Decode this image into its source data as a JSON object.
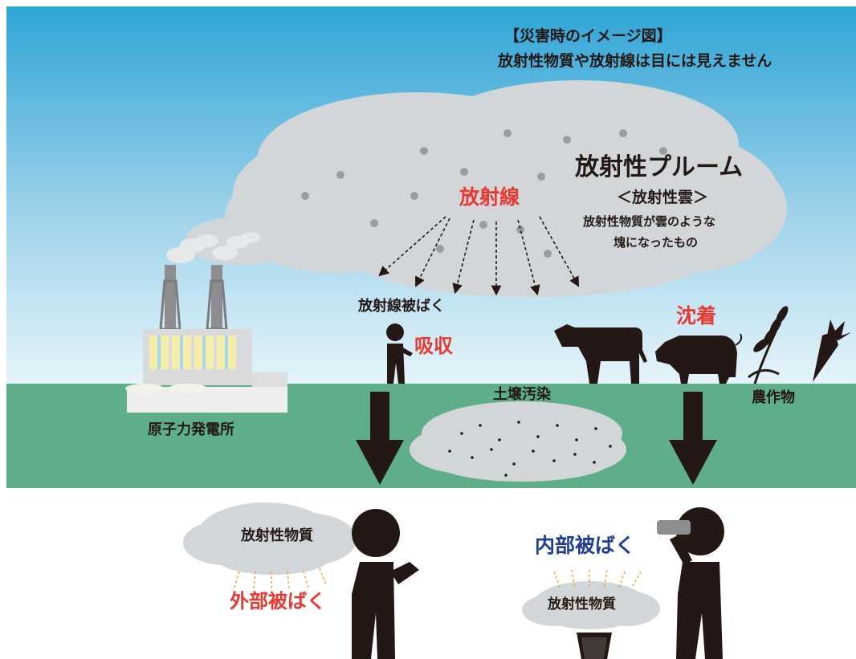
{
  "header": {
    "line1": "【災害時のイメージ図】",
    "line2": "放射性物質や放射線は目には見えません"
  },
  "plume": {
    "title": "放射性プルーム",
    "subtitle": "＜放射性雲＞",
    "desc_line1": "放射性物質が雲のような",
    "desc_line2": "塊になったもの"
  },
  "labels": {
    "radiation": "放射線",
    "radiation_exposure": "放射線被ばく",
    "absorption": "吸収",
    "deposition": "沈着",
    "crops": "農作物",
    "soil_contamination": "土壌汚染",
    "power_plant": "原子力発電所",
    "radioactive_material_left": "放射性物質",
    "radioactive_material_right": "放射性物質",
    "external_exposure": "外部被ばく",
    "internal_exposure": "内部被ばく"
  },
  "colors": {
    "sky_top": "#2ea4d6",
    "sky_bottom": "#dff1f9",
    "ground": "#5eae8a",
    "cloud": "#d3d6d8",
    "accent_red": "#e8382f",
    "accent_blue": "#1f3d91",
    "ray_orange": "#f0a23a"
  },
  "icons": [
    "nuclear-plant-icon",
    "person-silhouette-icon",
    "cow-silhouette-icon",
    "pig-silhouette-icon",
    "wheat-icon",
    "carrot-icon",
    "down-arrow-icon",
    "glass-icon"
  ]
}
